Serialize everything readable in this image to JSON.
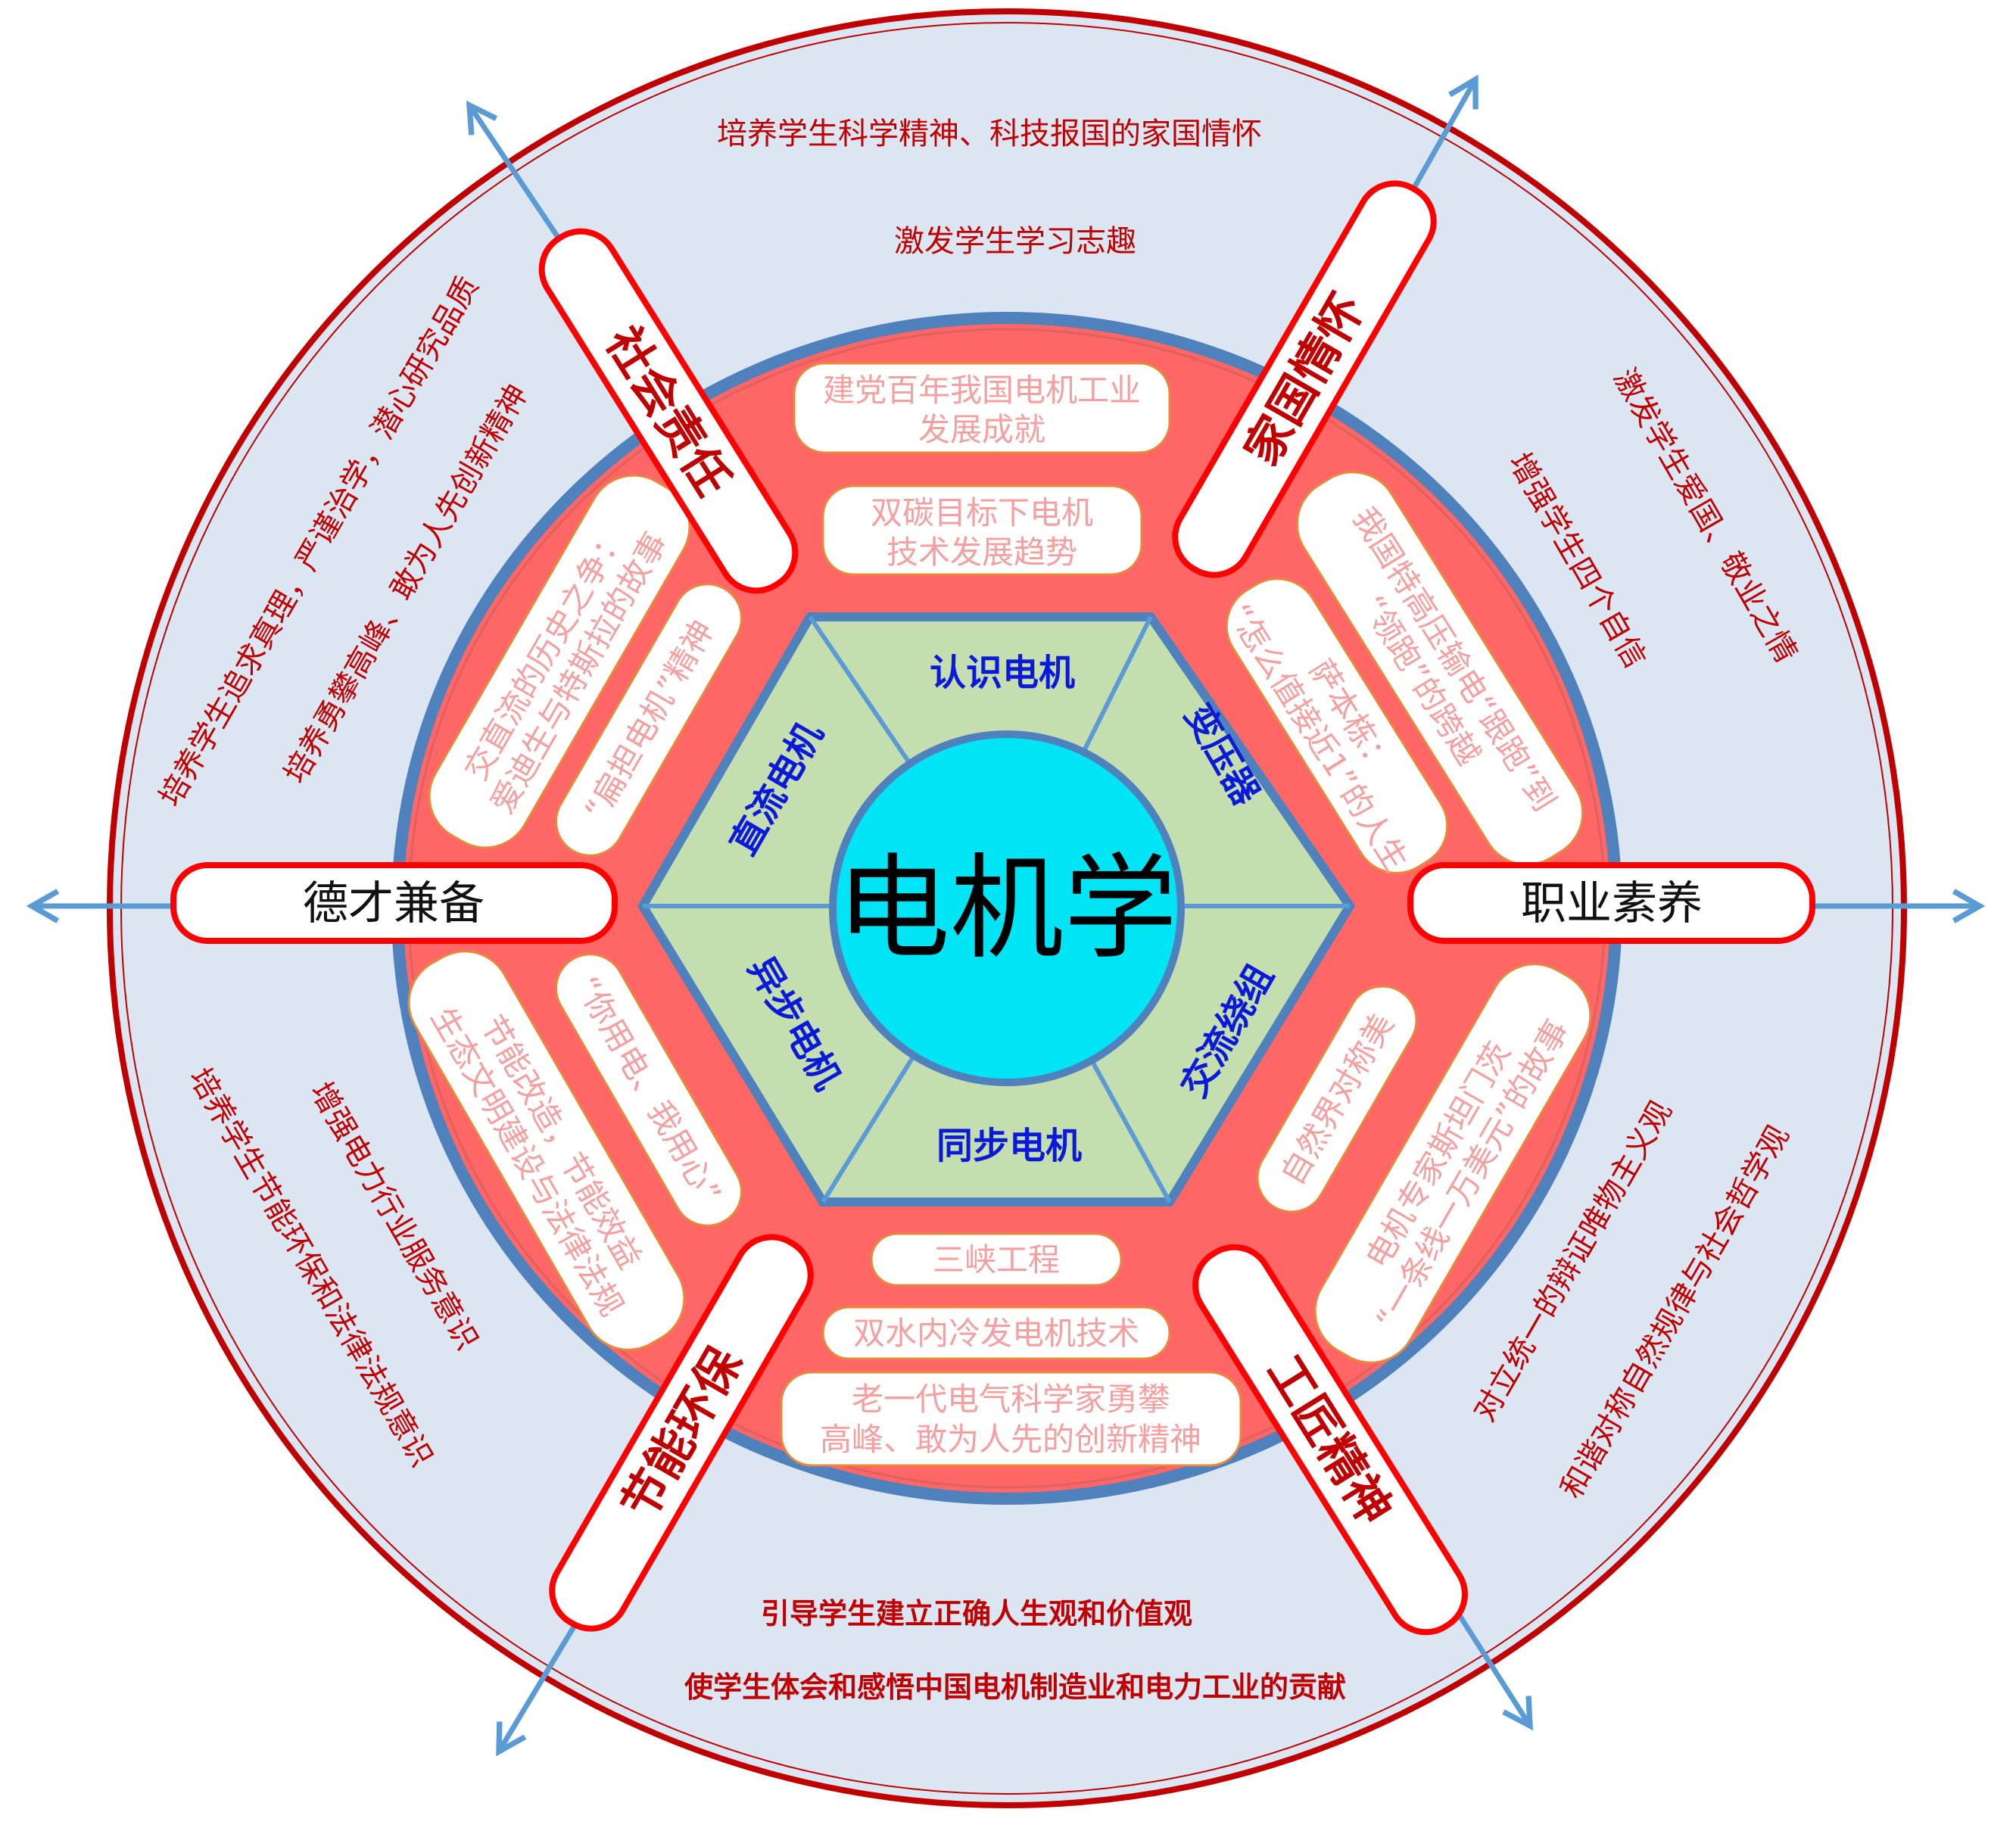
{
  "center": {
    "title": "电机学"
  },
  "sectors": {
    "top": "认识电机",
    "upper_right": "变压器",
    "lower_right": "交流绕组",
    "bottom": "同步电机",
    "lower_left": "异步电机",
    "upper_left": "直流电机"
  },
  "cases": {
    "top_1": [
      "建党百年我国电机工业",
      "发展成就"
    ],
    "top_2": [
      "双碳目标下电机",
      "技术发展趋势"
    ],
    "upper_right_1": [
      "我国特高压输电“跟跑”到",
      "“领跑”的跨越"
    ],
    "upper_right_2": [
      "萨本栋：",
      "“怎么值接近1”的人生"
    ],
    "lower_right_1": [
      "自然界对称美"
    ],
    "lower_right_2": [
      "电机专家斯坦门茨",
      "“一条线一万美元”的故事"
    ],
    "bottom_1": [
      "三峡工程"
    ],
    "bottom_2": [
      "双水内冷发电机技术"
    ],
    "bottom_3": [
      "老一代电气科学家勇攀",
      "高峰、敢为人先的创新精神"
    ],
    "lower_left_1": [
      "节能改造，节能效益",
      "生态文明建设与法律法规"
    ],
    "lower_left_2": [
      "“你用电、我用心”"
    ],
    "upper_left_1": [
      "交直流的历史之争：",
      "爱迪生与特斯拉的故事"
    ],
    "upper_left_2": [
      "“扁担电机”精神"
    ]
  },
  "spokes": {
    "left": "德才兼备",
    "right": "职业素养",
    "upper_left": "社会责任",
    "upper_right": "家国情怀",
    "lower_left": "节能环保",
    "lower_right": "工匠精神"
  },
  "goals": {
    "top_1": "培养学生科学精神、科技报国的家国情怀",
    "top_2": "激发学生学习志趣",
    "upper_left_1": "培养学生追求真理，严谨治学，潜心研究品质",
    "upper_left_2": "培养勇攀高峰、敢为人先创新精神",
    "upper_right_1": "激发学生爱国、敬业之情",
    "upper_right_2": "增强学生四个自信",
    "lower_left_1": "培养学生节能环保和法律法规意识",
    "lower_left_2": "增强电力行业服务意识",
    "lower_right_1": "对立统一的辩证唯物主义观",
    "lower_right_2": "和谐对称自然规律与社会哲学观",
    "bottom_1": "引导学生建立正确人生观和价值观",
    "bottom_2": "使学生体会和感悟中国电机制造业和电力工业的贡献"
  },
  "colors": {
    "outer_fill": "#dce6f2",
    "ring_fill": "#ff6666",
    "hex_fill": "#c5deb0",
    "center_fill": "#00e5f5",
    "accent_red": "#c00000",
    "accent_blue": "#4f81bd"
  }
}
